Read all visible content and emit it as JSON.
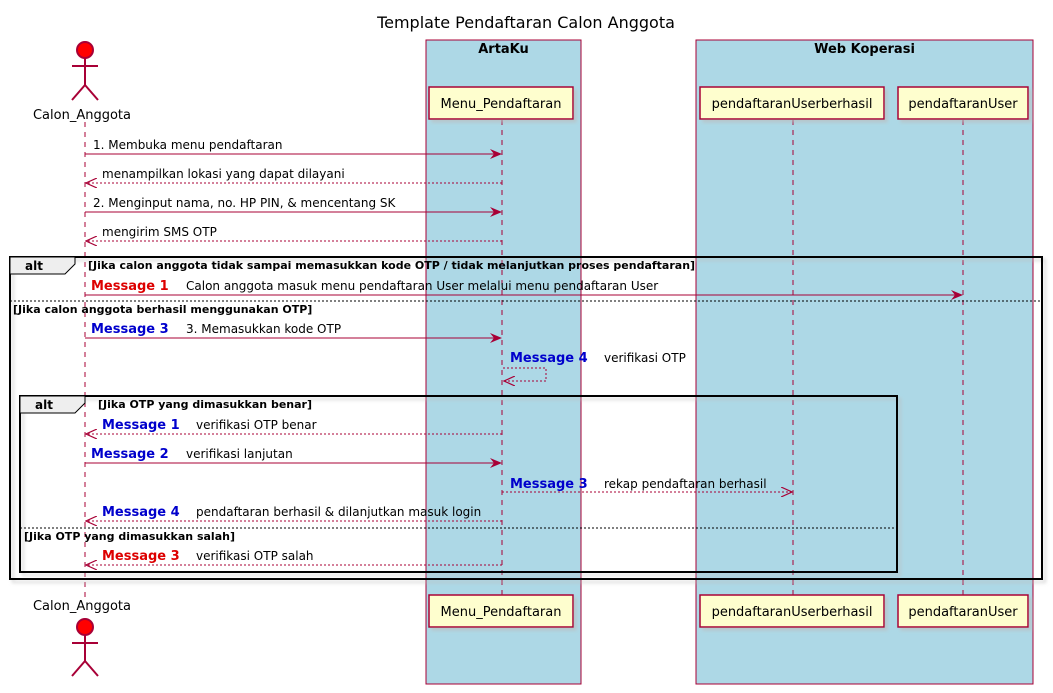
{
  "title": "Template Pendaftaran Calon Anggota",
  "colors": {
    "arrow": "#A80036",
    "box_fill": "#ADD8E6",
    "participant_fill": "#FEFECE",
    "actor_fill": "#FF0000",
    "tag_red": "#DD0000",
    "tag_blue": "#0000CC"
  },
  "boxes": {
    "artaku": "ArtaKu",
    "web_koperasi": "Web Koperasi"
  },
  "actor": {
    "name": "Calon_Anggota"
  },
  "participants": {
    "menu": "Menu_Pendaftaran",
    "berhasil": "pendaftaranUserberhasil",
    "user": "pendaftaranUser"
  },
  "messages": {
    "m1": "1. Membuka menu pendaftaran",
    "m2": "menampilkan lokasi yang dapat dilayani",
    "m3": "2. Menginput nama, no. HP PIN, & mencentang SK",
    "m4": "mengirim SMS OTP"
  },
  "alt_outer": {
    "label": "alt",
    "cond1": "[Jika calon anggota tidak sampai memasukkan kode OTP / tidak melanjutkan proses pendaftaran]",
    "cond2": "[Jika calon anggota berhasil menggunakan OTP]",
    "msg_a": {
      "tag": "Message 1",
      "text": "Calon anggota masuk menu pendaftaran User melalui menu pendaftaran User"
    },
    "msg_b": {
      "tag": "Message 3",
      "text": "3. Memasukkan kode OTP"
    },
    "msg_c": {
      "tag": "Message 4",
      "text": "verifikasi OTP"
    }
  },
  "alt_inner": {
    "label": "alt",
    "cond1": "[Jika OTP yang dimasukkan benar]",
    "cond2": "[Jika OTP yang dimasukkan salah]",
    "msg_a": {
      "tag": "Message 1",
      "text": "verifikasi OTP benar"
    },
    "msg_b": {
      "tag": "Message 2",
      "text": "verifikasi lanjutan"
    },
    "msg_c": {
      "tag": "Message 3",
      "text": "rekap pendaftaran berhasil"
    },
    "msg_d": {
      "tag": "Message 4",
      "text": "pendaftaran berhasil & dilanjutkan masuk login"
    },
    "msg_e": {
      "tag": "Message 3",
      "text": "verifikasi OTP salah"
    }
  }
}
